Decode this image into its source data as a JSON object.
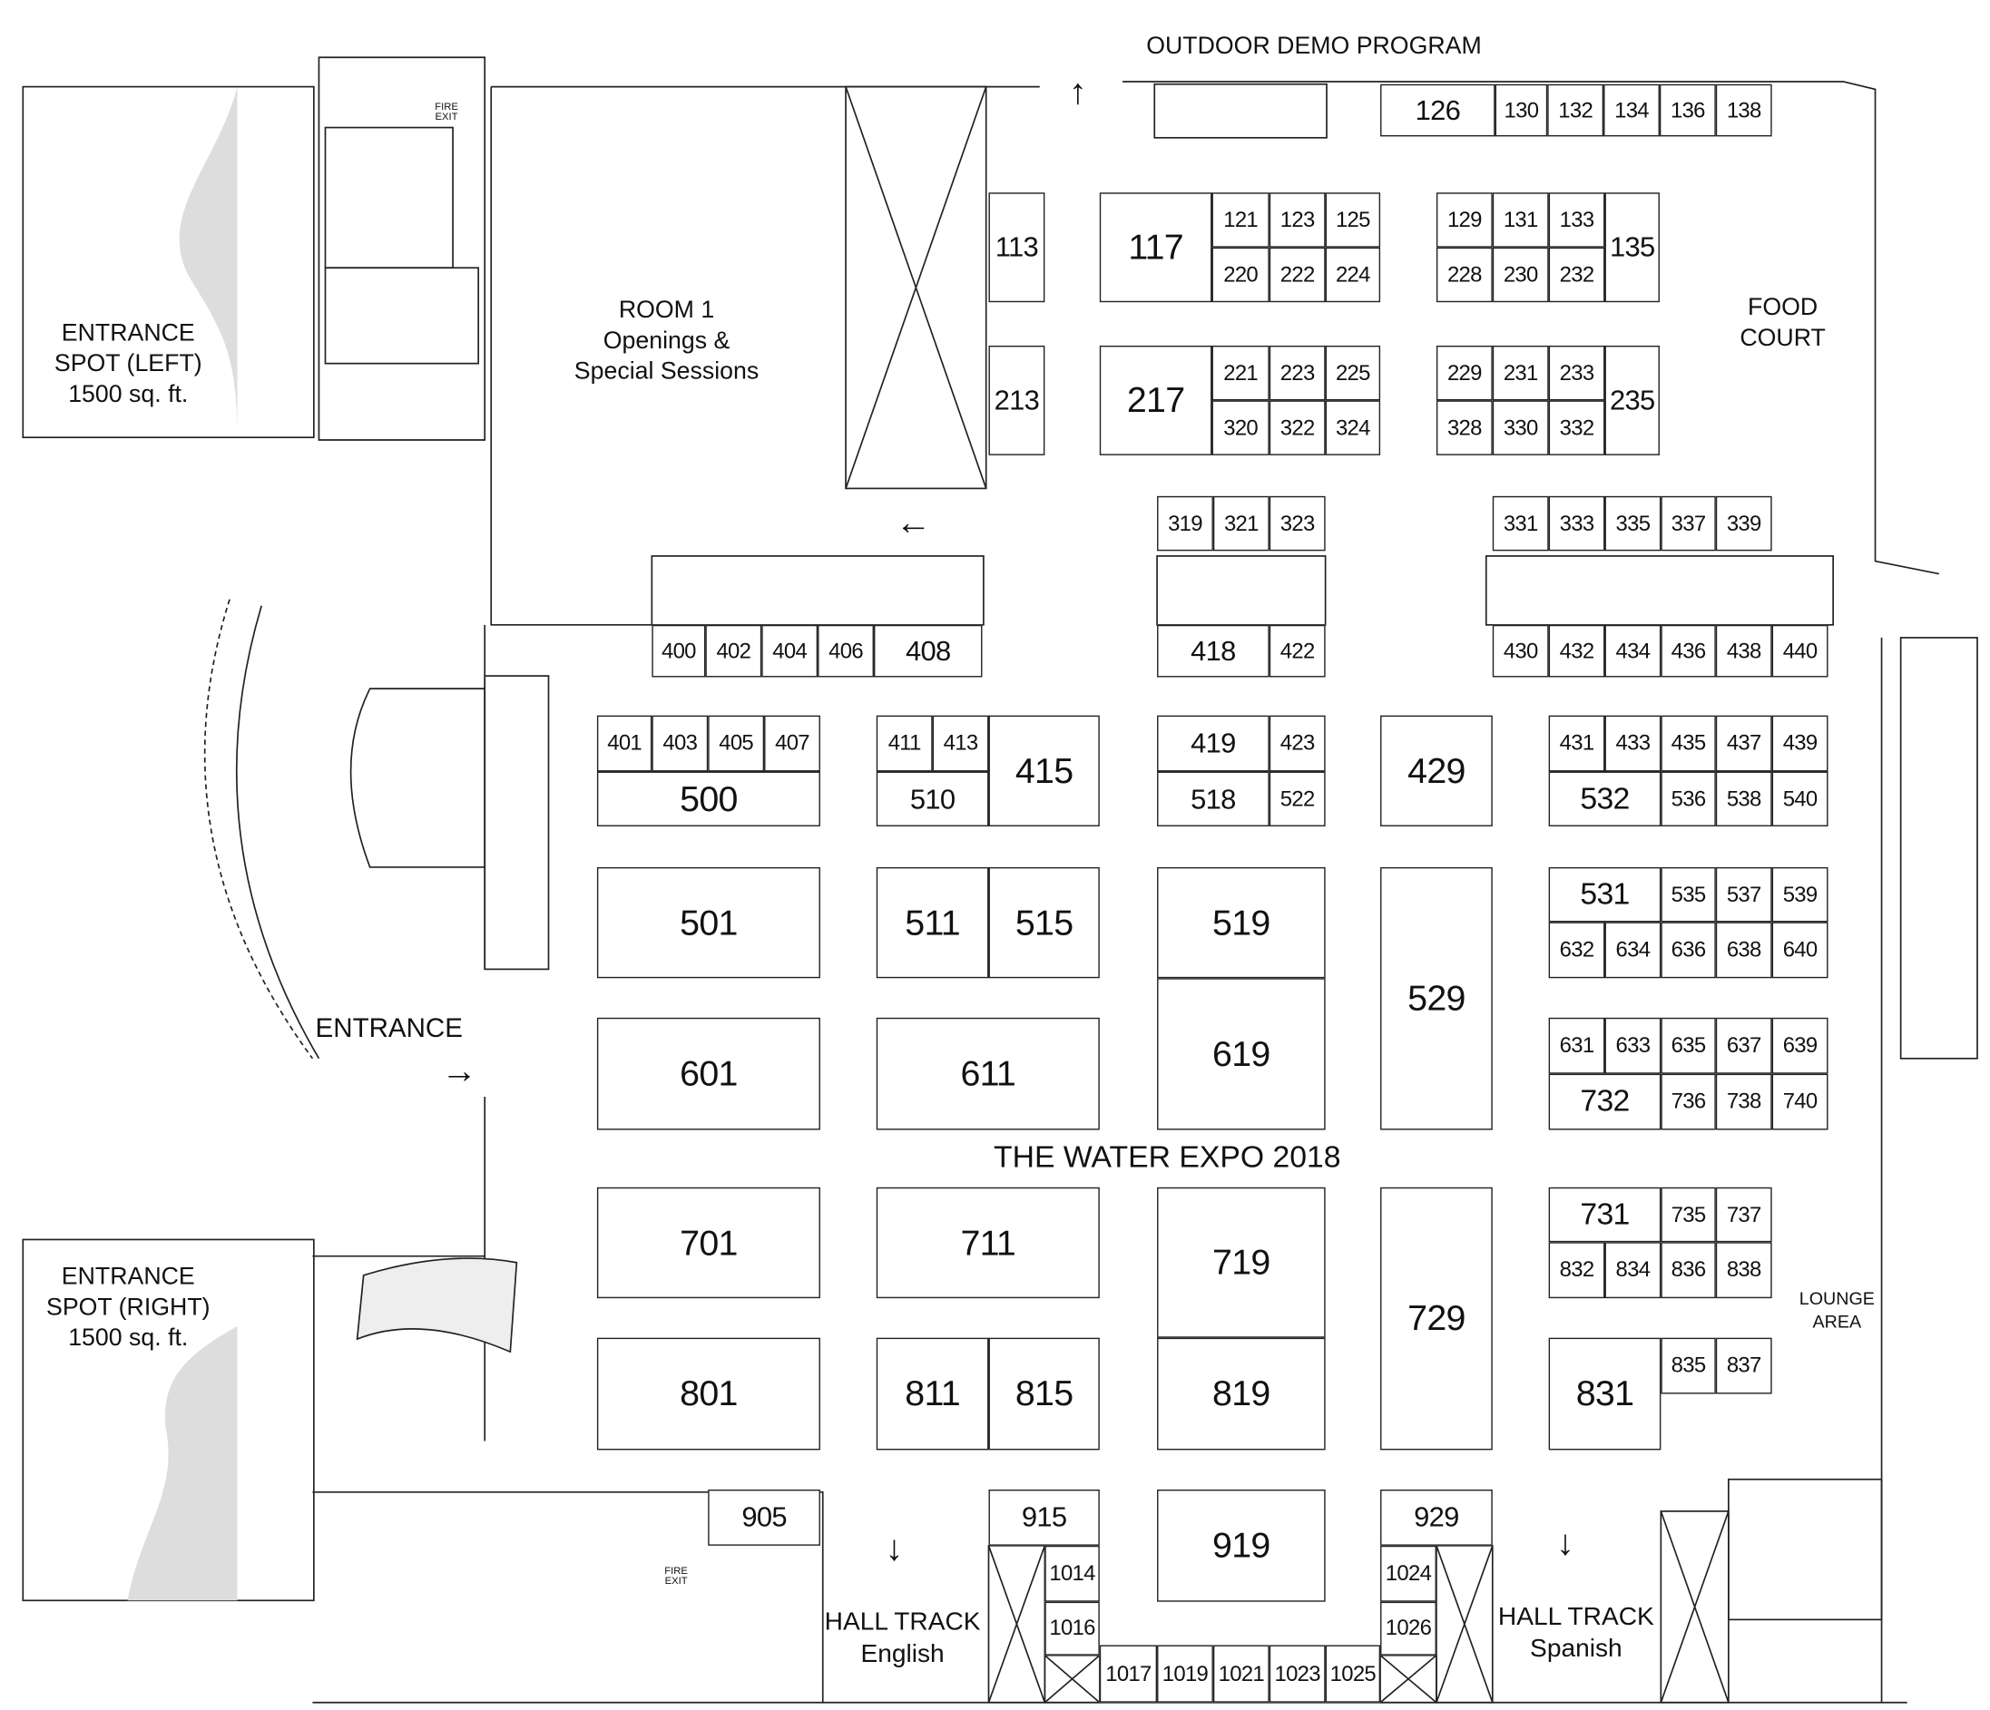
{
  "title": "THE WATER EXPO 2018",
  "labels": {
    "outdoor": "OUTDOOR DEMO PROGRAM",
    "room1_line1": "ROOM 1",
    "room1_line2": "Openings &",
    "room1_line3": "Special Sessions",
    "food_line1": "FOOD",
    "food_line2": "COURT",
    "spot_left_1": "ENTRANCE",
    "spot_left_2": "SPOT (LEFT)",
    "spot_left_3": "1500 sq. ft.",
    "spot_right_1": "ENTRANCE",
    "spot_right_2": "SPOT (RIGHT)",
    "spot_right_3": "1500 sq. ft.",
    "entrance": "ENTRANCE",
    "hall_en_1": "HALL TRACK",
    "hall_en_2": "English",
    "hall_es_1": "HALL TRACK",
    "hall_es_2": "Spanish",
    "lounge_1": "LOUNGE",
    "lounge_2": "AREA",
    "fire_exit_top": "FIRE EXIT",
    "fire_exit_bottom": "FIRE EXIT"
  },
  "icons": {
    "arrow_up": "↑",
    "arrow_left": "←",
    "arrow_right": "→",
    "arrow_down": "↓"
  },
  "booths": [
    "126",
    "130",
    "132",
    "134",
    "136",
    "138",
    "113",
    "213",
    "117",
    "121",
    "123",
    "125",
    "220",
    "222",
    "224",
    "129",
    "131",
    "133",
    "228",
    "230",
    "232",
    "135",
    "217",
    "221",
    "223",
    "225",
    "320",
    "322",
    "324",
    "229",
    "231",
    "233",
    "328",
    "330",
    "332",
    "235",
    "319",
    "321",
    "323",
    "331",
    "333",
    "335",
    "337",
    "339",
    "400",
    "402",
    "404",
    "406",
    "408",
    "418",
    "422",
    "430",
    "432",
    "434",
    "436",
    "438",
    "440",
    "401",
    "403",
    "405",
    "407",
    "500",
    "411",
    "413",
    "510",
    "415",
    "419",
    "423",
    "518",
    "522",
    "429",
    "431",
    "433",
    "435",
    "437",
    "439",
    "532",
    "536",
    "538",
    "540",
    "501",
    "511",
    "515",
    "519",
    "529",
    "531",
    "535",
    "537",
    "539",
    "632",
    "634",
    "636",
    "638",
    "640",
    "601",
    "611",
    "619",
    "631",
    "633",
    "635",
    "637",
    "639",
    "732",
    "736",
    "738",
    "740",
    "701",
    "711",
    "719",
    "729",
    "731",
    "735",
    "737",
    "832",
    "834",
    "836",
    "838",
    "801",
    "811",
    "815",
    "819",
    "831",
    "835",
    "837",
    "905",
    "915",
    "1014",
    "1016",
    "919",
    "1017",
    "1019",
    "1021",
    "1023",
    "1025",
    "929",
    "1024",
    "1026"
  ]
}
